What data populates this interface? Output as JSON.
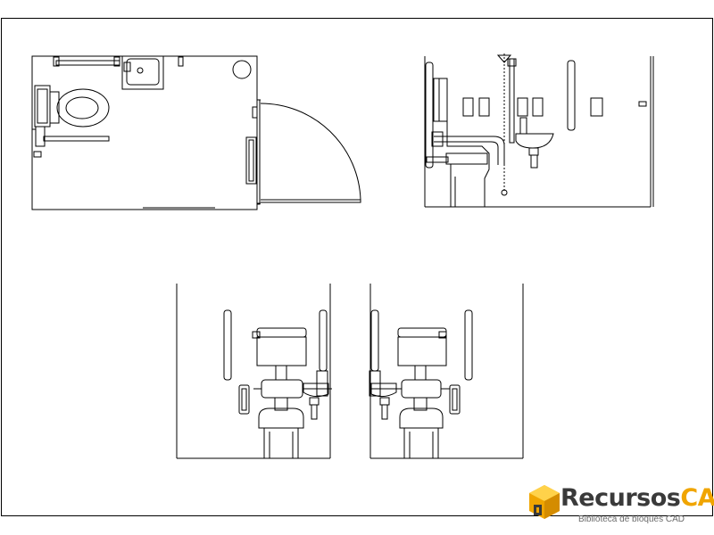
{
  "drawing": {
    "views": [
      {
        "id": "plan",
        "kind": "plan view"
      },
      {
        "id": "side-elevation",
        "kind": "elevation"
      },
      {
        "id": "front-elevation-a",
        "kind": "elevation"
      },
      {
        "id": "front-elevation-b",
        "kind": "elevation"
      }
    ],
    "colors": {
      "line": "#000000",
      "background": "#ffffff"
    }
  },
  "watermark": {
    "brand_part1": "Recursos",
    "brand_part2": "CAD",
    "tagline": "Biblioteca de bloques CAD",
    "colors": {
      "dark": "#3a3a3a",
      "gold": "#f0a500",
      "gold_light": "#ffd24a"
    }
  }
}
